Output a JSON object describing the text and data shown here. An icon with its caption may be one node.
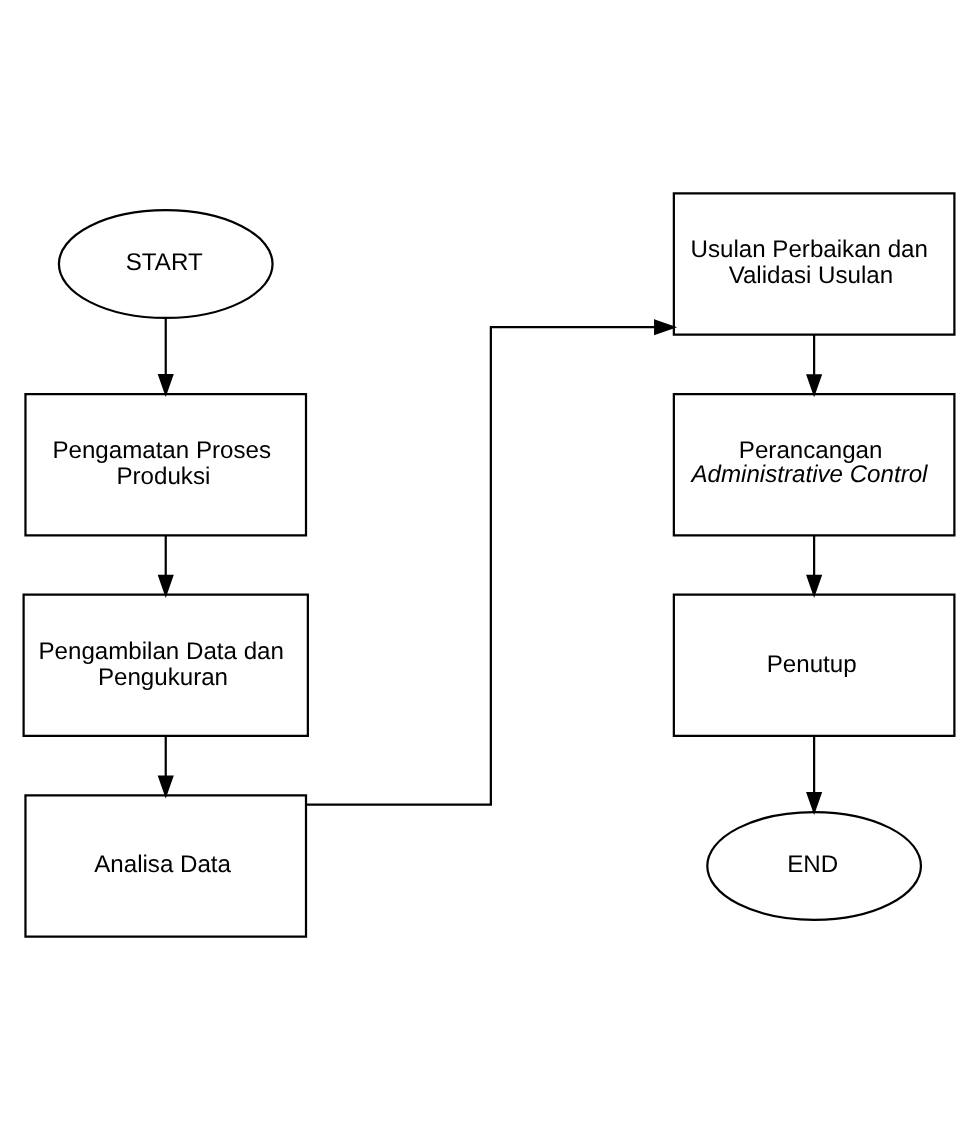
{
  "diagram": {
    "nodes": [
      {
        "text": [
          "START"
        ]
      },
      {
        "text": [
          "Pengamatan Proses Produksi"
        ]
      },
      {
        "text": [
          "Pengambilan Data dan Pengukuran"
        ]
      },
      {
        "text": [
          "Analisa Data"
        ]
      },
      {
        "text": [
          "Usulan Perbaikan dan Validasi Usulan"
        ]
      },
      {
        "text": [
          "Perancangan *Administrative Control*"
        ]
      },
      {
        "text": [
          "Penutup"
        ]
      },
      {
        "text": [
          "END"
        ]
      }
    ],
    "edges": [
      {
        "from": 0,
        "to": 1,
        "arrow": "to"
      },
      {
        "from": 1,
        "to": 2,
        "arrow": "to"
      },
      {
        "from": 2,
        "to": 3,
        "arrow": "to"
      },
      {
        "from": 3,
        "to": 4,
        "arrow": "to"
      },
      {
        "from": 4,
        "to": 5,
        "arrow": "to"
      },
      {
        "from": 5,
        "to": 6,
        "arrow": "to"
      },
      {
        "from": 6,
        "to": 7,
        "arrow": "to"
      }
    ]
  }
}
